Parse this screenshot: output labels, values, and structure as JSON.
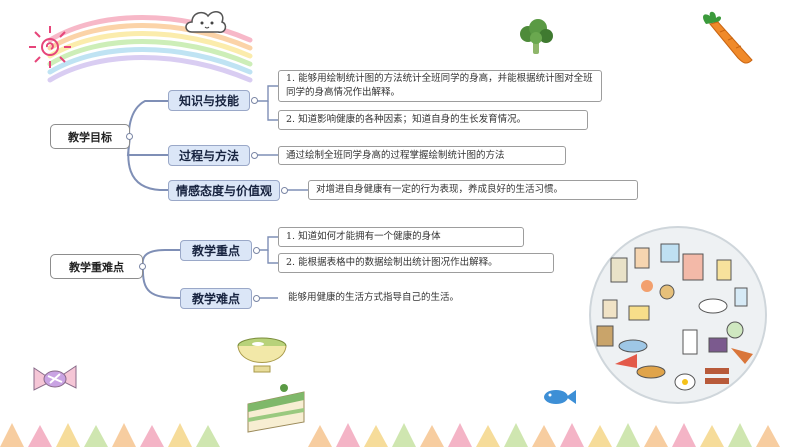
{
  "colors": {
    "branch_fill": "#dbe6f7",
    "connector": "#7f8fb6",
    "accent_orange": "#f08a2a"
  },
  "diagram": {
    "goals": {
      "root": "教学目标",
      "branches": [
        {
          "label": "知识与技能",
          "leaves": [
            "1. 能够用绘制统计图的方法统计全班同学的身高，并能根据统计图对全班同学的身高情况作出解释。",
            "2. 知道影响健康的各种因素；知道自身的生长发育情况。"
          ]
        },
        {
          "label": "过程与方法",
          "leaves": [
            "通过绘制全班同学身高的过程掌握绘制统计图的方法"
          ]
        },
        {
          "label": "情感态度与价值观",
          "leaves": [
            "对增进自身健康有一定的行为表现，养成良好的生活习惯。"
          ]
        }
      ]
    },
    "keypoints": {
      "root": "教学重难点",
      "branches": [
        {
          "label": "教学重点",
          "leaves": [
            "1. 知道如何才能拥有一个健康的身体",
            "2. 能根据表格中的数据绘制出统计图况作出解释。"
          ]
        },
        {
          "label": "教学难点",
          "leaves": [
            "能够用健康的生活方式指导自己的生活。"
          ]
        }
      ]
    }
  },
  "decorations": [
    "sun-icon",
    "rainbow",
    "cloud-icon",
    "broccoli-icon",
    "carrot-icon",
    "candy-icon",
    "soup-bowl-icon",
    "cake-slice-icon",
    "fish-icon",
    "food-collage-circle"
  ]
}
